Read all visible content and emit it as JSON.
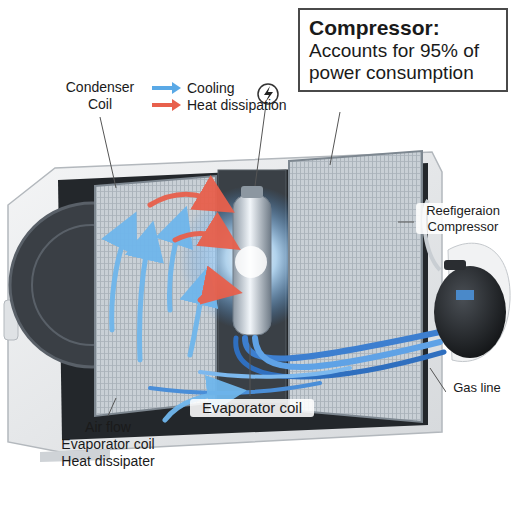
{
  "diagram": {
    "nodes": [
      {
        "text": [
          "Compressor:",
          "Accounts for 95% of power consumption"
        ]
      }
    ],
    "labels": [
      "Condenser Coil",
      "Reefigeraion Compressor",
      "Gas line",
      "Evaporator coil",
      "Air flow",
      "Evaporator coil",
      "Heat dissipater"
    ],
    "legend": [
      {
        "text": "Cooling"
      },
      {
        "text": "Heat dissipation"
      }
    ]
  }
}
